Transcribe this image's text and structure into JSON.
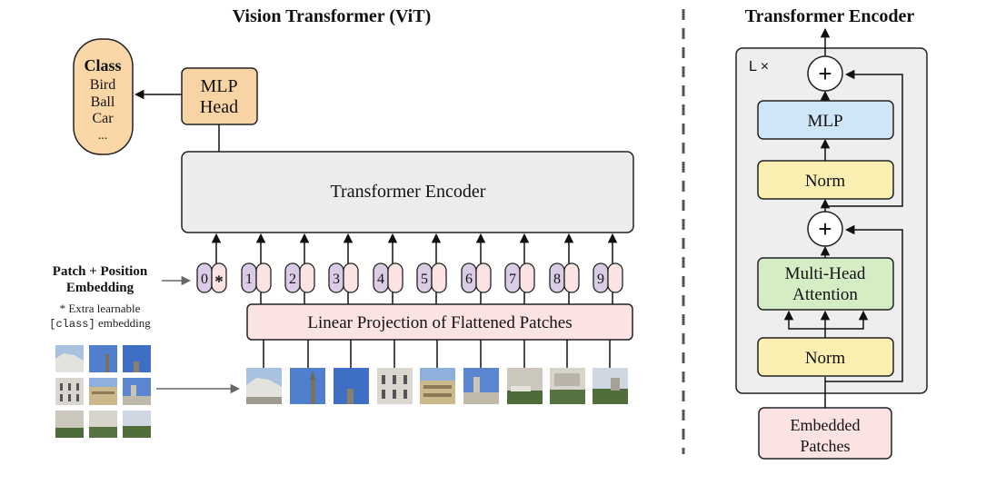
{
  "vit": {
    "title": "Vision Transformer (ViT)",
    "class_box": {
      "title": "Class",
      "items": [
        "Bird",
        "Ball",
        "Car",
        "..."
      ]
    },
    "mlp_head": {
      "line1": "MLP",
      "line2": "Head"
    },
    "transformer_encoder_label": "Transformer Encoder",
    "patch_position": {
      "line1": "Patch + Position",
      "line2": "Embedding"
    },
    "note": {
      "line1": "* Extra learnable",
      "code": "[class]",
      "rest": " embedding"
    },
    "tokens": [
      "0",
      "1",
      "2",
      "3",
      "4",
      "5",
      "6",
      "7",
      "8",
      "9"
    ],
    "class_token_symbol": "*",
    "linear_projection_label": "Linear Projection of Flattened Patches"
  },
  "encoder": {
    "title": "Transformer Encoder",
    "repeat_label": "L ×",
    "add_symbol": "+",
    "mlp_label": "MLP",
    "norm_label": "Norm",
    "mha": {
      "line1": "Multi-Head",
      "line2": "Attention"
    },
    "embedded": {
      "line1": "Embedded",
      "line2": "Patches"
    }
  },
  "colors": {
    "class_fill": "#fbd7a8",
    "mlp_head_fill": "#f8d4a4",
    "encoder_fill": "#ececec",
    "token_purple": "#d9cce4",
    "token_pink": "#fbe3e3",
    "projection_fill": "#fbe3e3",
    "mlp_fill": "#cfe5f8",
    "norm_fill": "#fcefb2",
    "mha_fill": "#d5edc5",
    "embedded_fill": "#fbe3e3",
    "outer_block_fill": "#eeeeee"
  }
}
